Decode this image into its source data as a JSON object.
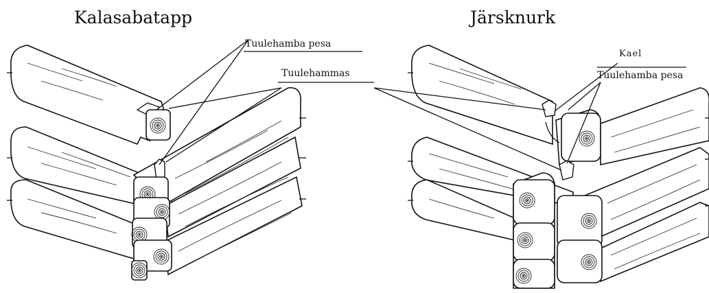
{
  "titles": {
    "left": "Kalasabatapp",
    "right": "Järsknurk"
  },
  "labels": {
    "left_nest": "Tuulehamba pesa",
    "tooth": "Tuulehammas",
    "neck": "Kael",
    "right_nest": "Tuulehamba pesa"
  },
  "colors": {
    "ink": "#111111",
    "paper": "#ffffff"
  }
}
